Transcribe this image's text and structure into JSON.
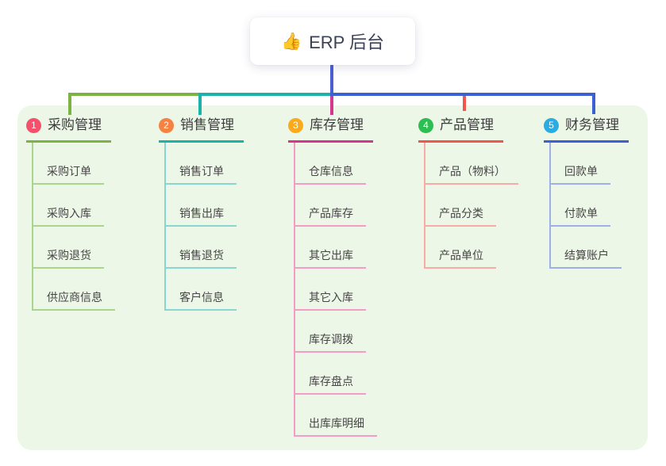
{
  "root": {
    "icon": "👍",
    "label": "ERP 后台"
  },
  "colors": {
    "canvas_bg": "#ffffff",
    "panel_bg": "#edf7e7",
    "root_line": "#4a5fd3",
    "root_text": "#3a4154",
    "title_text": "#3d3d3d",
    "child_text": "#464646"
  },
  "branches": [
    {
      "badge": "1",
      "label": "采购管理",
      "badge_color": "#f4506c",
      "line_color": "#7cb342",
      "light_color": "#abd48c",
      "children": [
        "采购订单",
        "采购入库",
        "采购退货",
        "供应商信息"
      ]
    },
    {
      "badge": "2",
      "label": "销售管理",
      "badge_color": "#f58142",
      "line_color": "#1bb2aa",
      "light_color": "#89d5cf",
      "children": [
        "销售订单",
        "销售出库",
        "销售退货",
        "客户信息"
      ]
    },
    {
      "badge": "3",
      "label": "库存管理",
      "badge_color": "#fbab19",
      "line_color": "#d5368e",
      "light_color": "#f49cc8",
      "children": [
        "仓库信息",
        "产品库存",
        "其它出库",
        "其它入库",
        "库存调拨",
        "库存盘点",
        "出库库明细"
      ]
    },
    {
      "badge": "4",
      "label": "产品管理",
      "badge_color": "#2dbe51",
      "line_color": "#f4544d",
      "light_color": "#f8aba4",
      "children": [
        "产品（物料）",
        "产品分类",
        "产品单位"
      ]
    },
    {
      "badge": "5",
      "label": "财务管理",
      "badge_color": "#2aace2",
      "line_color": "#3c60d2",
      "light_color": "#9fb0e8",
      "children": [
        "回款单",
        "付款单",
        "结算账户"
      ]
    }
  ]
}
